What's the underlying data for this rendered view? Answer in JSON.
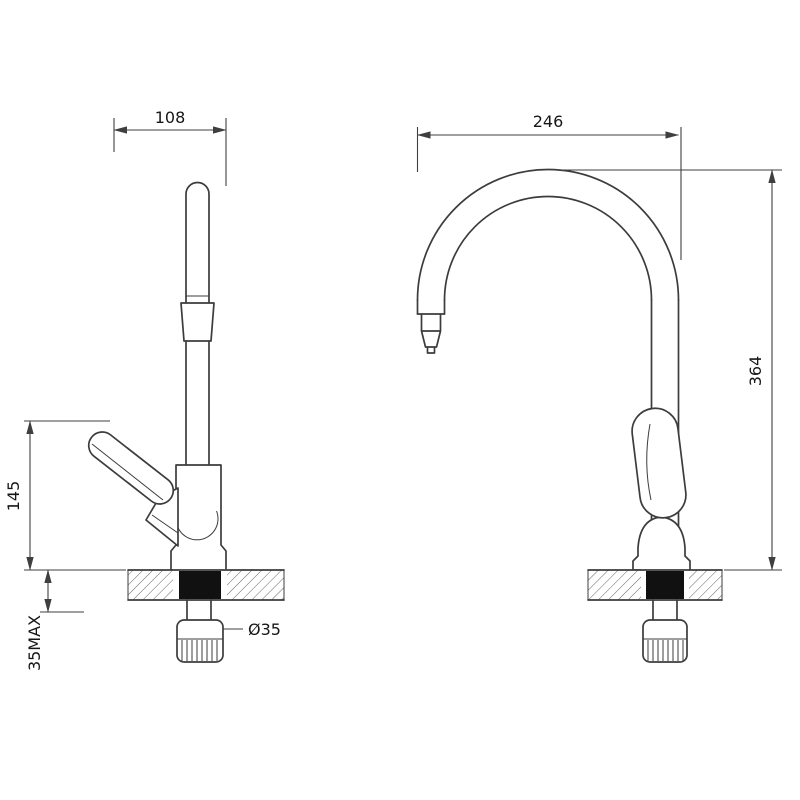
{
  "colors": {
    "background": "#ffffff",
    "line": "#3c3c3c",
    "dimension": "#3f3f3f",
    "gasket": "#111111"
  },
  "dimensions": {
    "side_top_width": "108",
    "side_handle_height": "145",
    "side_mount_max_thickness": "35MAX",
    "side_shank_diameter": "Ø35",
    "front_top_width": "246",
    "front_overall_height": "364"
  }
}
